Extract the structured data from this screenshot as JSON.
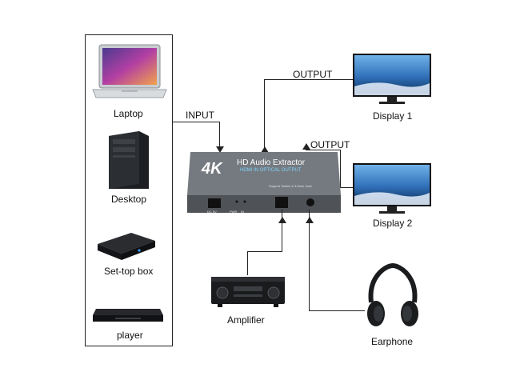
{
  "sources": {
    "laptop": "Laptop",
    "desktop": "Desktop",
    "settop": "Set-top box",
    "player": "player"
  },
  "connections": {
    "input": "INPUT",
    "output_top": "OUTPUT",
    "output_right": "OUTPUT"
  },
  "device": {
    "badge": "4K",
    "title": "HD Audio Extractor",
    "subtitle": "HDMI IN OPTICAL OUTPUT",
    "port_note": "Support Toslink & 3.5mm Jack",
    "port_dc": "DC 5V",
    "port_pwr": "PWR",
    "port_in": "IN"
  },
  "outputs": {
    "display1": "Display 1",
    "display2": "Display 2",
    "amplifier": "Amplifier",
    "earphone": "Earphone"
  },
  "colors": {
    "device_body": "#6f747a",
    "device_front": "#4f5358",
    "device_text": "#7fd4ff",
    "screen_sky": "#3b7ec6"
  },
  "icons": {
    "laptop": "laptop-icon",
    "desktop": "desktop-tower-icon",
    "settop": "set-top-box-icon",
    "player": "disc-player-icon",
    "display": "monitor-icon",
    "amplifier": "av-receiver-icon",
    "earphone": "headphones-icon"
  }
}
